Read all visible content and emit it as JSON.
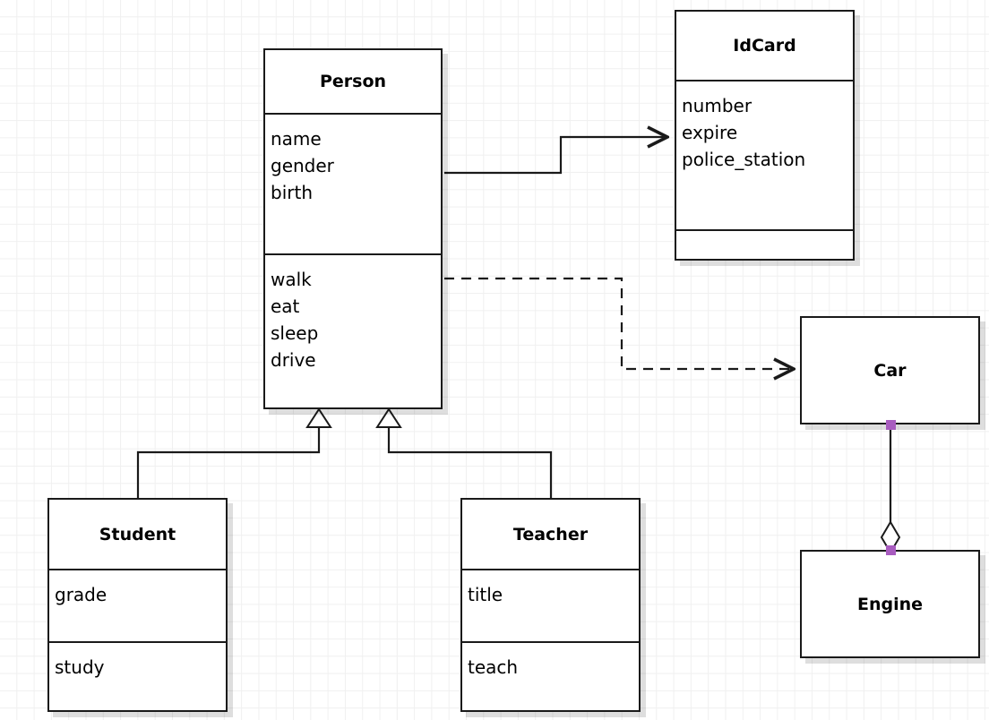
{
  "diagram": {
    "type": "uml-class-diagram",
    "background": "#ffffff",
    "grid_color": "#f0f0f0",
    "line_color": "#1a1a1a",
    "handle_color": "#a85cbf"
  },
  "classes": {
    "person": {
      "name": "Person",
      "attributes": [
        "name",
        "gender",
        "birth"
      ],
      "methods": [
        "walk",
        "eat",
        "sleep",
        "drive"
      ]
    },
    "idcard": {
      "name": "IdCard",
      "attributes": [
        "number",
        "expire",
        "police_station"
      ],
      "methods": []
    },
    "student": {
      "name": "Student",
      "attributes": [
        "grade"
      ],
      "methods": [
        "study"
      ]
    },
    "teacher": {
      "name": "Teacher",
      "attributes": [
        "title"
      ],
      "methods": [
        "teach"
      ]
    },
    "car": {
      "name": "Car"
    },
    "engine": {
      "name": "Engine"
    }
  },
  "relationships": [
    {
      "name": "person-to-idcard",
      "kind": "association",
      "from": "Person",
      "to": "IdCard",
      "style": "solid",
      "arrow": "open"
    },
    {
      "name": "person-to-car",
      "kind": "dependency",
      "from": "Person",
      "to": "Car",
      "style": "dashed",
      "arrow": "open"
    },
    {
      "name": "student-to-person",
      "kind": "generalization",
      "from": "Student",
      "to": "Person",
      "style": "solid",
      "arrow": "hollow-triangle"
    },
    {
      "name": "teacher-to-person",
      "kind": "generalization",
      "from": "Teacher",
      "to": "Person",
      "style": "solid",
      "arrow": "hollow-triangle"
    },
    {
      "name": "car-to-engine",
      "kind": "aggregation",
      "from": "Car",
      "to": "Engine",
      "style": "solid",
      "arrow": "hollow-diamond"
    }
  ]
}
